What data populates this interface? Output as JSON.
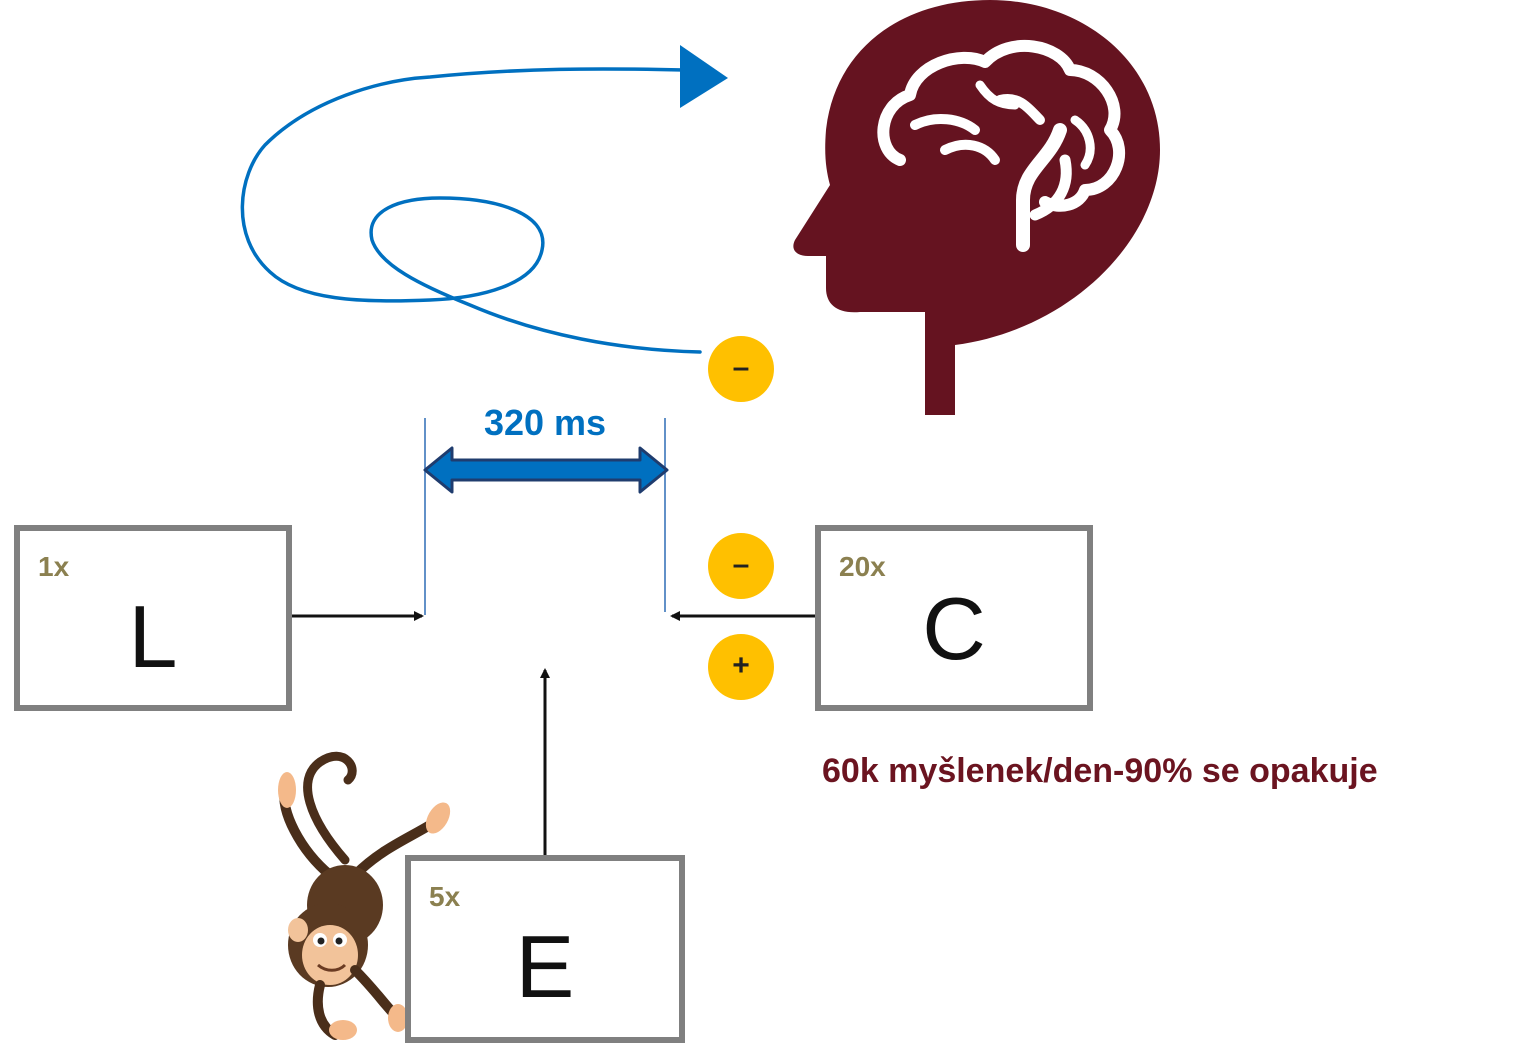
{
  "timing": {
    "label": "320 ms"
  },
  "boxes": {
    "l": {
      "multiplier": "1x",
      "letter": "L"
    },
    "c": {
      "multiplier": "20x",
      "letter": "C"
    },
    "e": {
      "multiplier": "5x",
      "letter": "E"
    }
  },
  "badges": {
    "top_minus": "–",
    "c_minus": "–",
    "c_plus": "+"
  },
  "stat": {
    "text": "60k myšlenek/den-90% se opakuje"
  },
  "colors": {
    "loop": "#0070c0",
    "brain_head": "#651320",
    "badge": "#ffc000",
    "stat_text": "#6b1420",
    "multiplier": "#8b8050"
  },
  "icons": [
    "head-brain-icon",
    "monkey-icon"
  ]
}
